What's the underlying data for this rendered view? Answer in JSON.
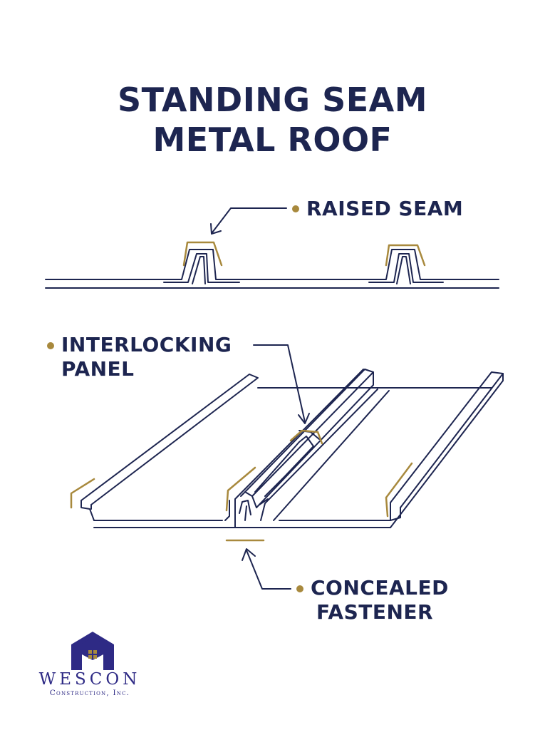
{
  "title": {
    "line1": "STANDING SEAM",
    "line2": "METAL ROOF"
  },
  "labels": {
    "raised_seam": "RAISED SEAM",
    "interlocking_line1": "INTERLOCKING",
    "interlocking_line2": "PANEL",
    "concealed_line1": "CONCEALED",
    "concealed_line2": "FASTENER"
  },
  "logo": {
    "name": "Wescon",
    "subtitle": "Construction, Inc."
  },
  "colors": {
    "navy": "#1d2550",
    "gold": "#a8893d",
    "logo_blue": "#2e2a85"
  }
}
